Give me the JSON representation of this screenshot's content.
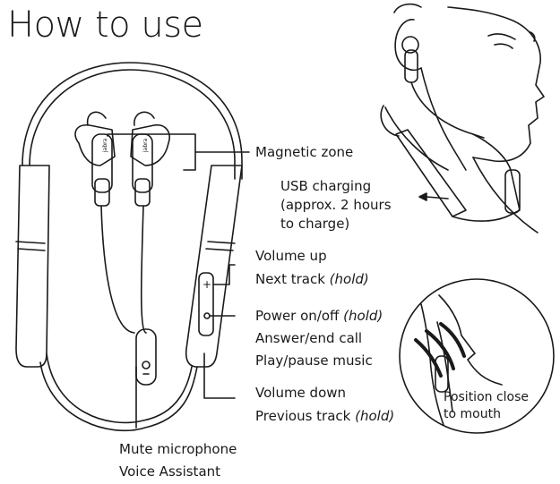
{
  "title": "How to use",
  "labels": {
    "magnetic_zone": "Magnetic zone",
    "usb_line1": "USB charging",
    "usb_line2": "(approx. 2 hours",
    "usb_line3": "to charge)",
    "volume_up": "Volume up",
    "next_track": "Next track",
    "next_track_hold": "(hold)",
    "power": "Power on/off",
    "power_hold": "(hold)",
    "answer_end": "Answer/end call",
    "play_pause": "Play/pause music",
    "volume_down": "Volume down",
    "previous_track": "Previous track",
    "previous_track_hold": "(hold)",
    "mute": "Mute microphone",
    "voice_assistant": "Voice Assistant",
    "position_line1": "Position close",
    "position_line2": "to mouth"
  },
  "earbud_brand": "jabra"
}
